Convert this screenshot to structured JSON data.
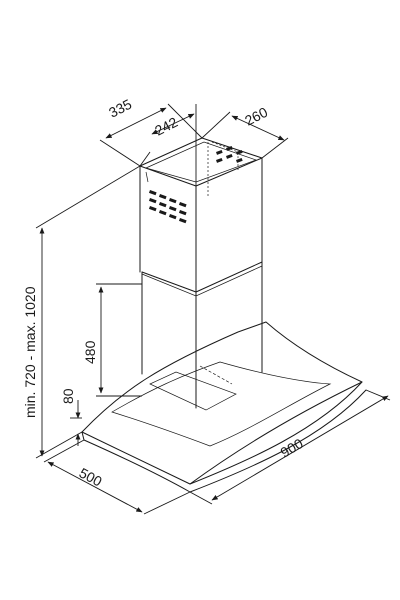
{
  "dimensions": {
    "chimney_depth": "335",
    "chimney_inner": "242",
    "chimney_width": "260",
    "lower_duct": "480",
    "canopy_height": "80",
    "total_height": "min. 720 - max. 1020",
    "hood_width": "900",
    "hood_depth": "500"
  }
}
